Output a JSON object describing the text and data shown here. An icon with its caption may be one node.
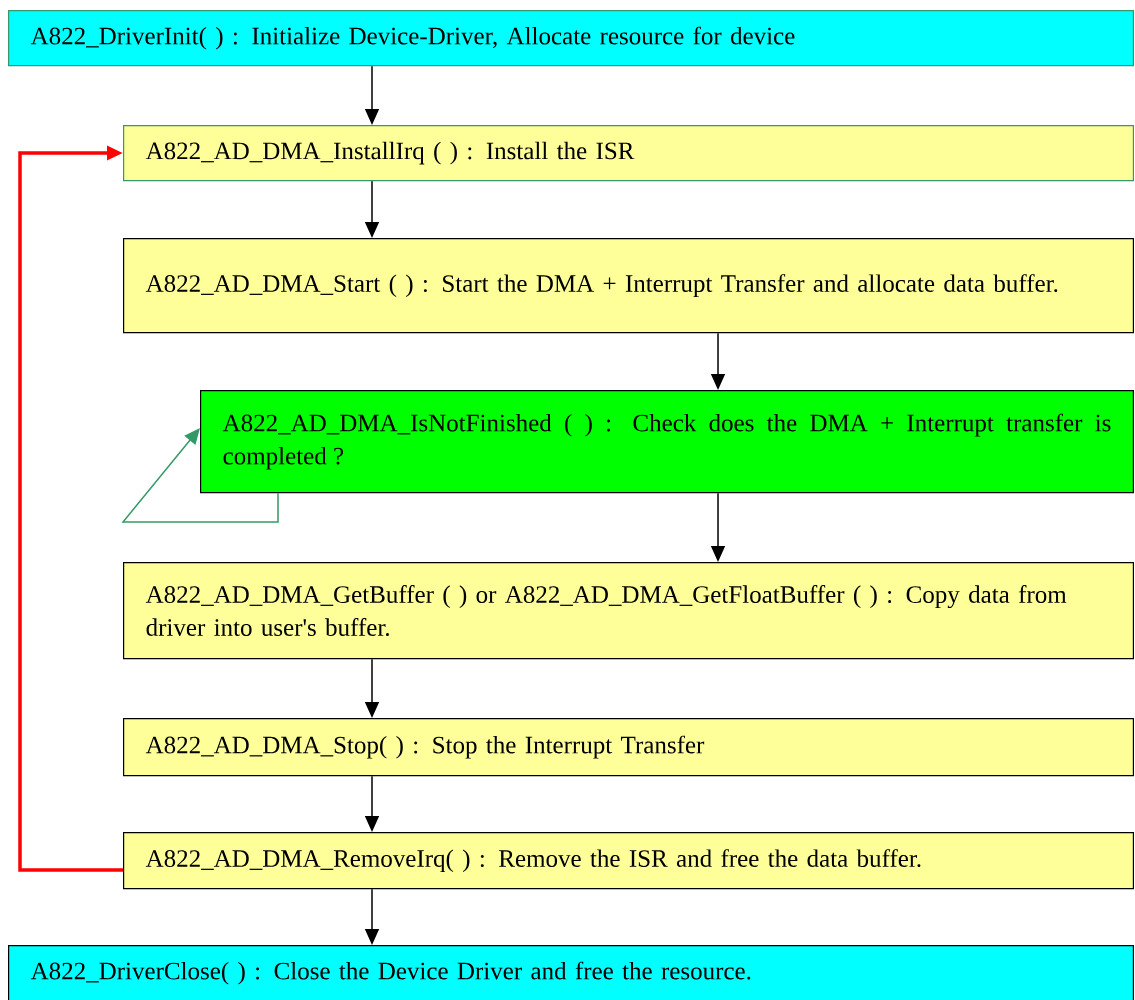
{
  "diagram": {
    "nodes": [
      {
        "text": [
          "A822_DriverInit( ) : Initialize Device-Driver, Allocate resource for device"
        ]
      },
      {
        "text": [
          "A822_AD_DMA_InstallIrq ( ) : Install the ISR"
        ]
      },
      {
        "text": [
          "A822_AD_DMA_Start ( ) : Start the DMA + Interrupt Transfer and allocate data buffer."
        ]
      },
      {
        "text": [
          "A822_AD_DMA_IsNotFinished ( ) : Check does the DMA + Interrupt transfer is completed ?"
        ]
      },
      {
        "text": [
          "A822_AD_DMA_GetBuffer ( ) or A822_AD_DMA_GetFloatBuffer ( ) : Copy data from driver into user's buffer."
        ]
      },
      {
        "text": [
          "A822_AD_DMA_Stop( ) : Stop the Interrupt Transfer"
        ]
      },
      {
        "text": [
          "A822_AD_DMA_RemoveIrq( ) : Remove the ISR and free the data buffer."
        ]
      },
      {
        "text": [
          "A822_DriverClose( ) : Close the Device Driver and free the resource."
        ]
      }
    ],
    "edges": [
      {
        "from": 0,
        "to": 1,
        "arrow": "to"
      },
      {
        "from": 1,
        "to": 2,
        "arrow": "to"
      },
      {
        "from": 2,
        "to": 3,
        "arrow": "to"
      },
      {
        "from": 3,
        "to": 3,
        "arrow": "to",
        "color": "#339966"
      },
      {
        "from": 3,
        "to": 4,
        "arrow": "to"
      },
      {
        "from": 4,
        "to": 5,
        "arrow": "to"
      },
      {
        "from": 5,
        "to": 6,
        "arrow": "to"
      },
      {
        "from": 6,
        "to": 1,
        "arrow": "to",
        "style": "thick",
        "color": "#ff0000"
      },
      {
        "from": 6,
        "to": 7,
        "arrow": "to"
      }
    ]
  }
}
